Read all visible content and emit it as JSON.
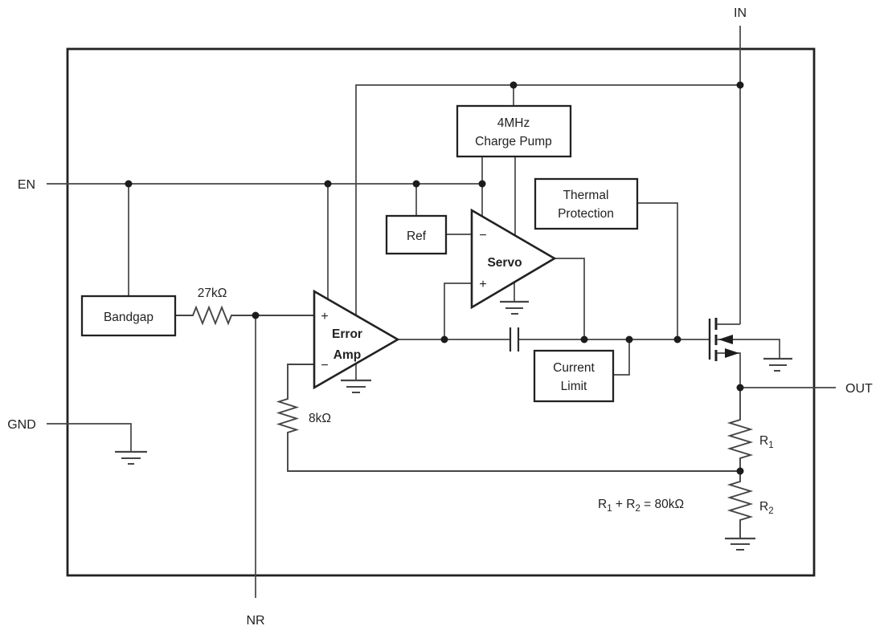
{
  "pins": {
    "in": "IN",
    "en": "EN",
    "gnd": "GND",
    "out": "OUT",
    "nr": "NR"
  },
  "blocks": {
    "bandgap": "Bandgap",
    "charge_pump": {
      "line1": "4MHz",
      "line2": "Charge Pump"
    },
    "ref": "Ref",
    "thermal": {
      "line1": "Thermal",
      "line2": "Protection"
    },
    "current_limit": {
      "line1": "Current",
      "line2": "Limit"
    }
  },
  "amps": {
    "error": {
      "line1": "Error",
      "line2": "Amp",
      "plus": "+",
      "minus": "−"
    },
    "servo": {
      "label": "Servo",
      "plus": "+",
      "minus": "−"
    }
  },
  "resistors": {
    "r27": "27kΩ",
    "r8": "8kΩ",
    "r1": {
      "base": "R",
      "sub": "1"
    },
    "r2": {
      "base": "R",
      "sub": "2"
    }
  },
  "note": {
    "p1": "R",
    "s1": "1",
    "p2": " + R",
    "s2": "2",
    "p3": " = 80kΩ"
  },
  "colors": {
    "line": "#454545",
    "dark": "#242122",
    "background": "#ffffff"
  }
}
